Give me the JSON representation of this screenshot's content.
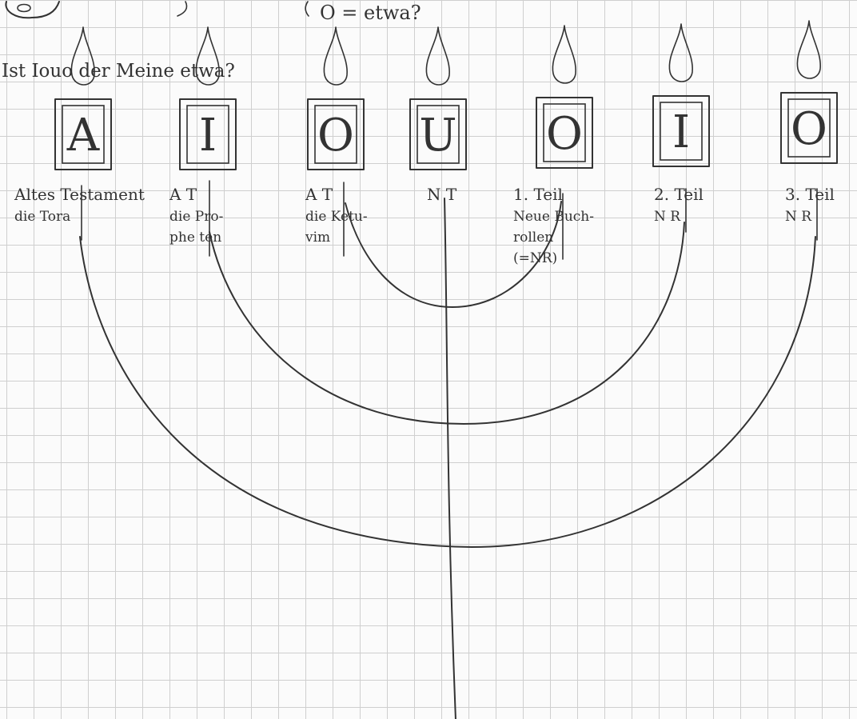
{
  "header": {
    "line1": "O = etwa?",
    "line2": "Ist Iouo der Meine etwa?"
  },
  "candles": [
    {
      "letter": "A",
      "label": [
        "Altes Testament",
        "die Tora"
      ]
    },
    {
      "letter": "I",
      "label": [
        "A T",
        "die Pro-",
        "phe ten"
      ]
    },
    {
      "letter": "O",
      "label": [
        "A T",
        "die Ketu-",
        "vim"
      ]
    },
    {
      "letter": "U",
      "label": [
        "N T"
      ]
    },
    {
      "letter": "O",
      "label": [
        "1. Teil",
        "Neue Buch-",
        "rollen",
        "(=NR)"
      ]
    },
    {
      "letter": "I",
      "label": [
        "2. Teil",
        "N R"
      ]
    },
    {
      "letter": "O",
      "label": [
        "3. Teil",
        "N R"
      ]
    }
  ]
}
